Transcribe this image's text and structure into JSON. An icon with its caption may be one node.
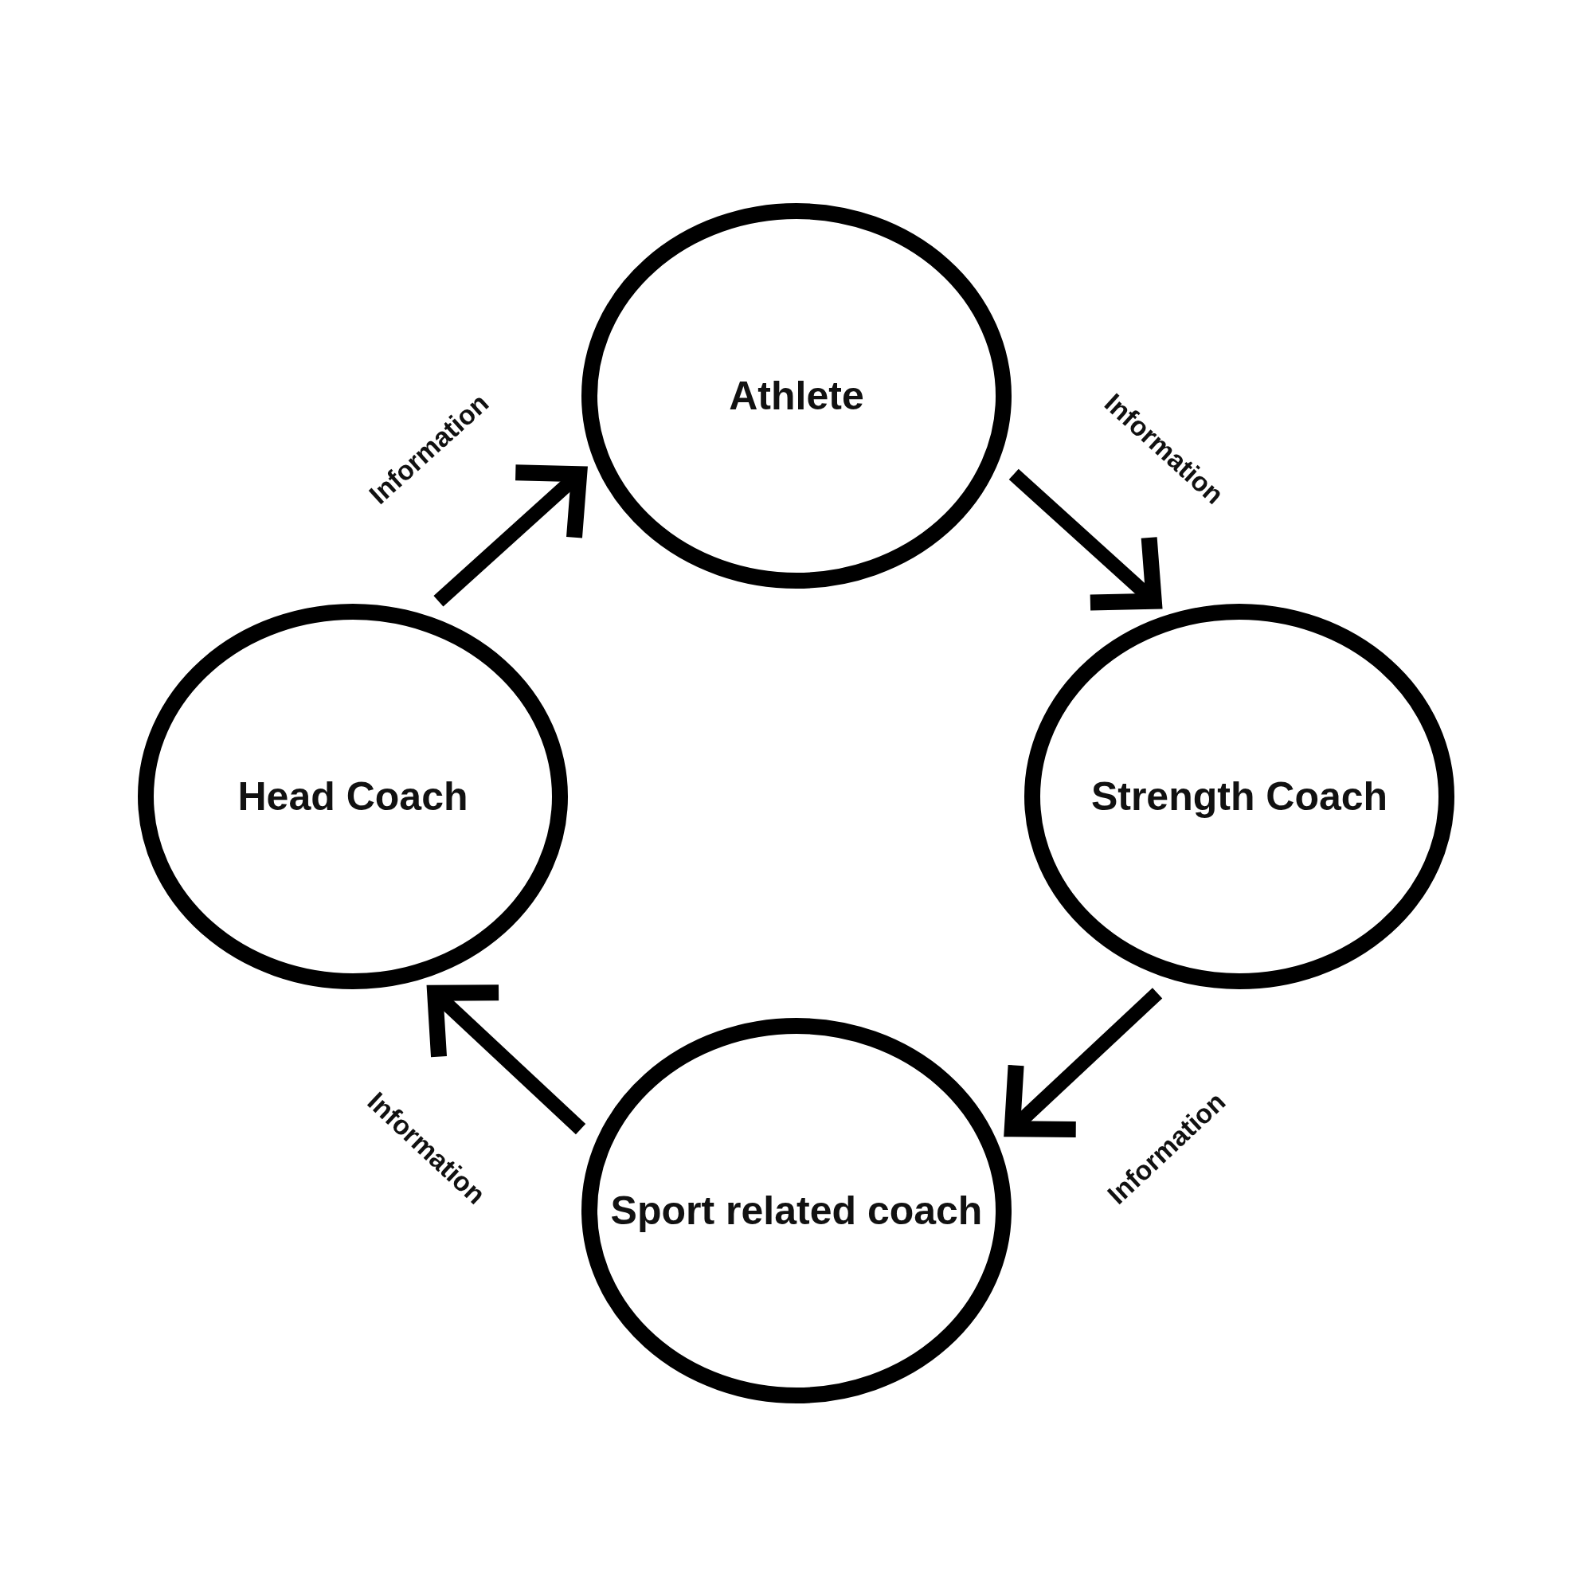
{
  "diagram": {
    "nodes": [
      {
        "text": [
          "Athlete"
        ]
      },
      {
        "text": [
          "Strength Coach"
        ]
      },
      {
        "text": [
          "Sport related coach"
        ]
      },
      {
        "text": [
          "Head Coach"
        ]
      }
    ],
    "edges": [
      {
        "from": 3,
        "to": 0,
        "arrow": "to",
        "label": "Information"
      },
      {
        "from": 0,
        "to": 1,
        "arrow": "to",
        "label": "Information"
      },
      {
        "from": 1,
        "to": 2,
        "arrow": "to",
        "label": "Information"
      },
      {
        "from": 2,
        "to": 3,
        "arrow": "to",
        "label": "Information"
      }
    ]
  }
}
